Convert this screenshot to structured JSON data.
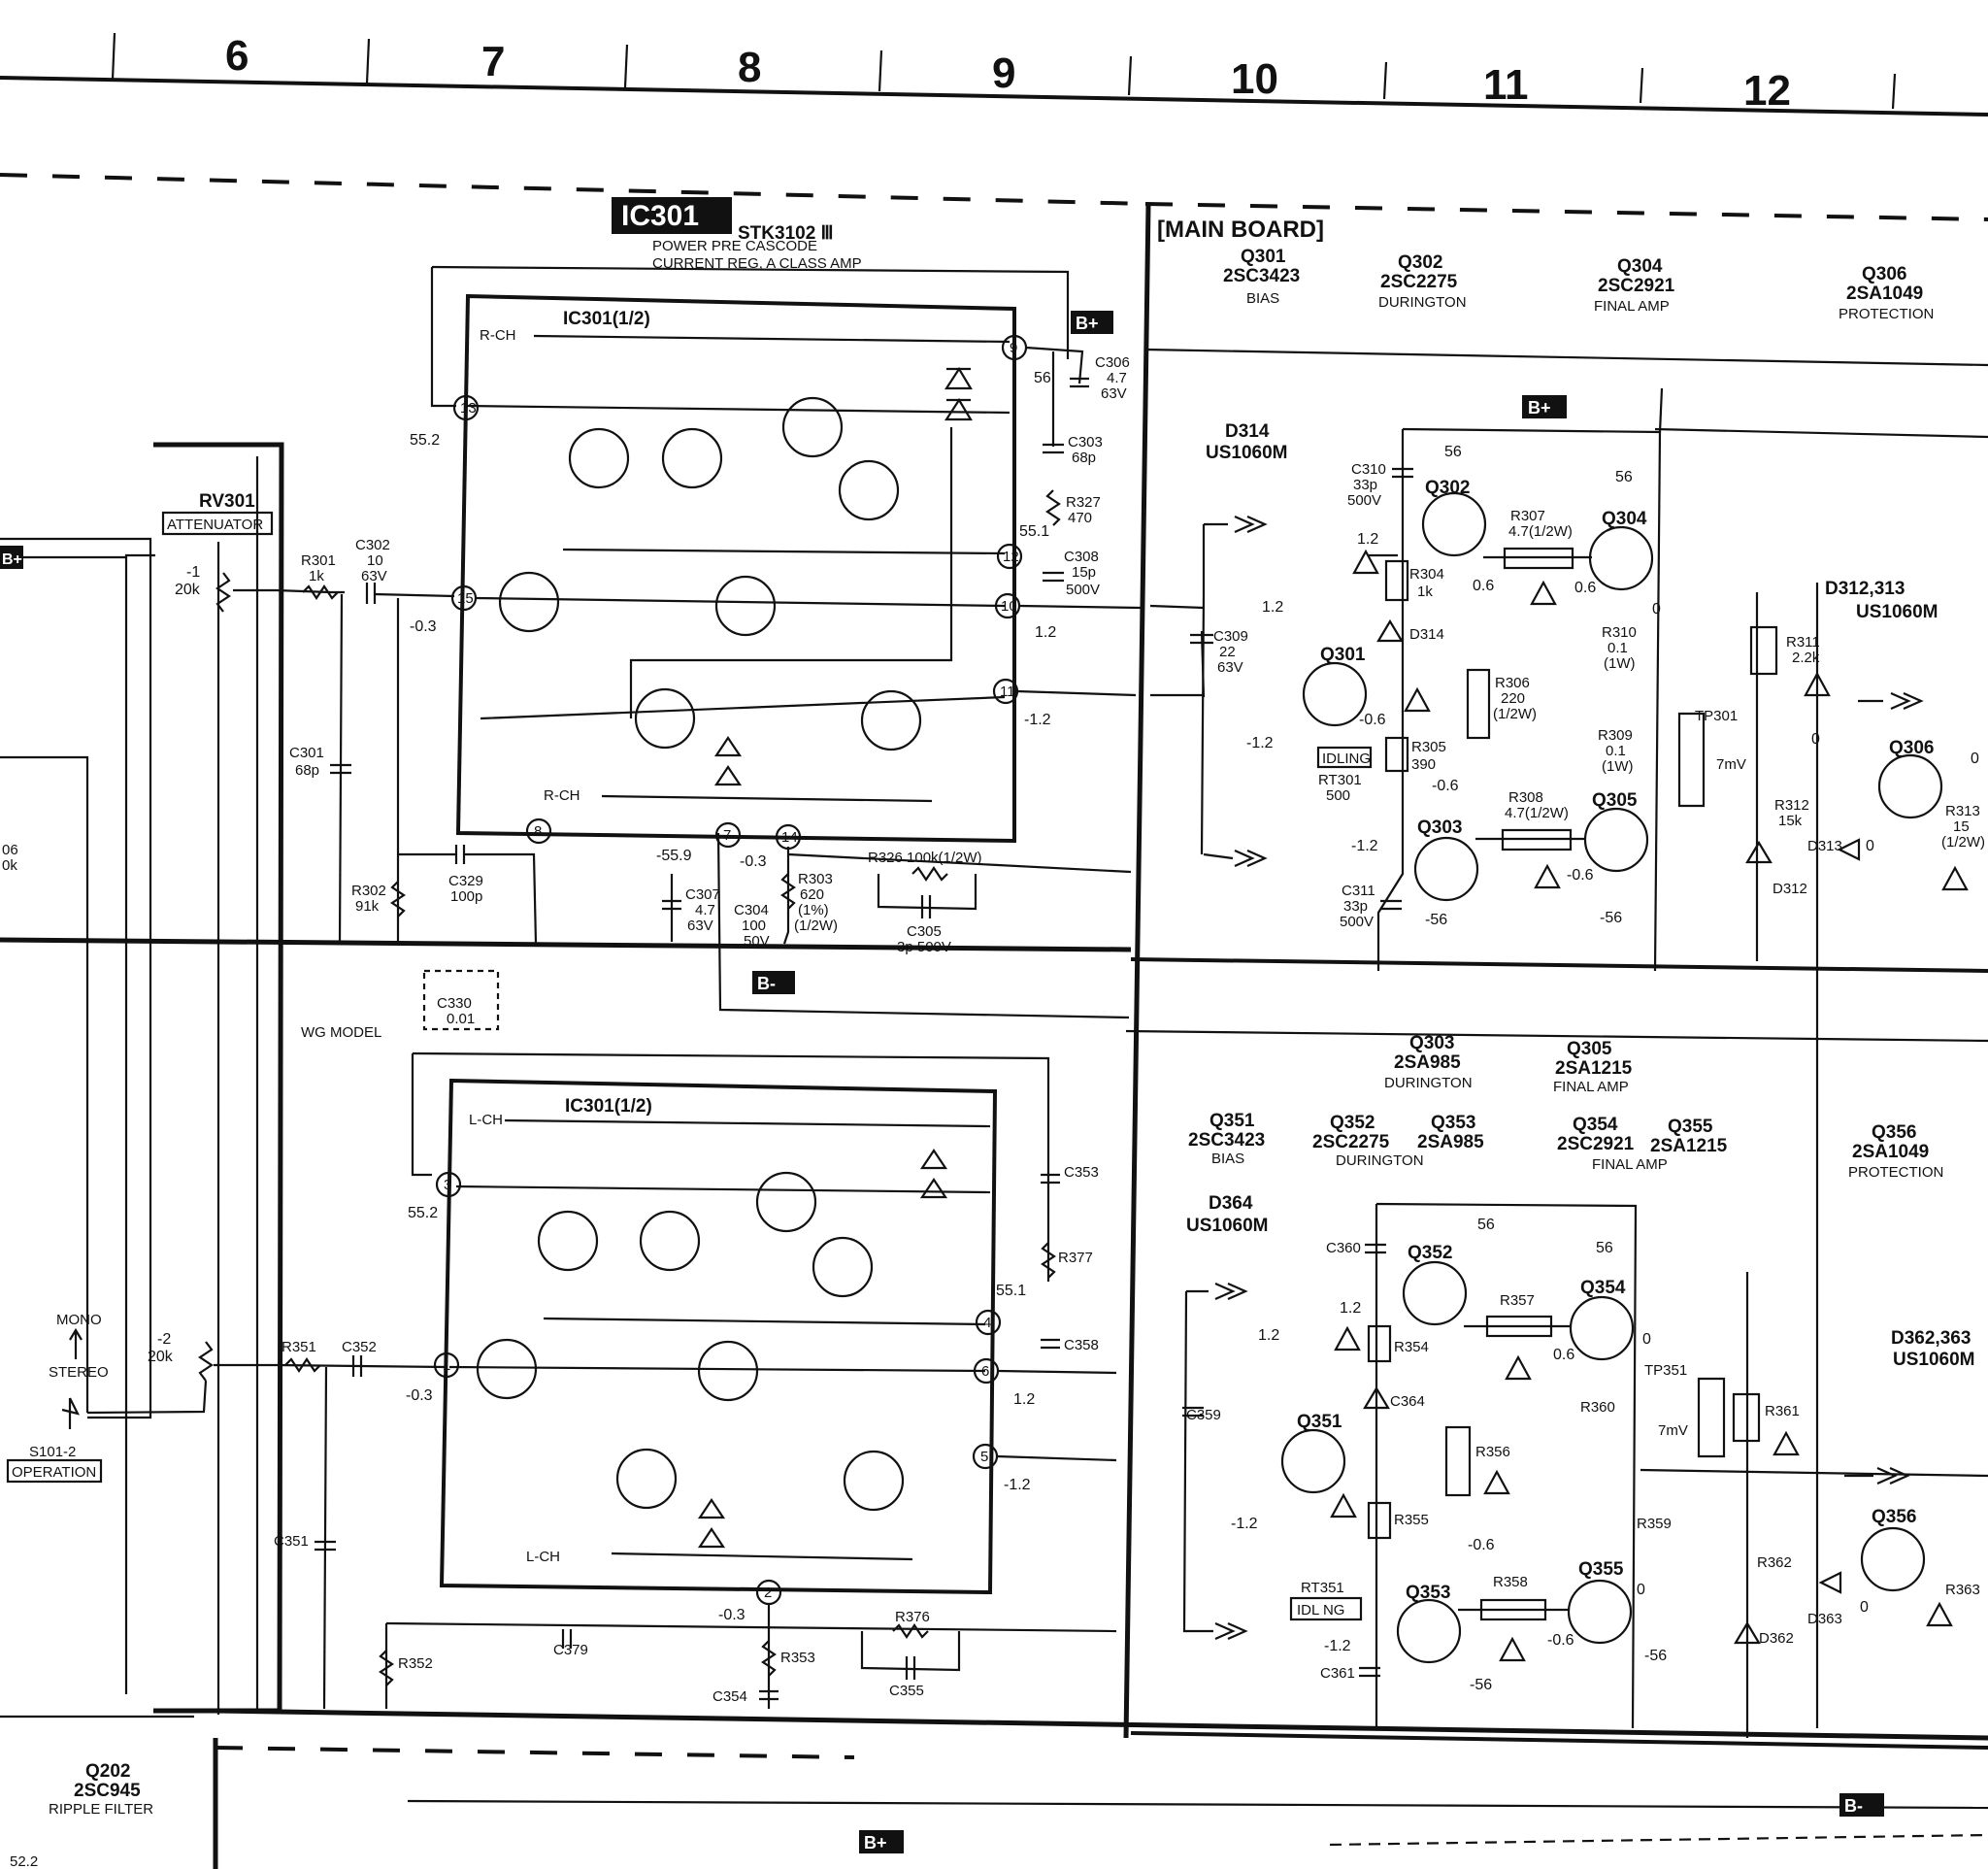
{
  "grid_columns": [
    "6",
    "7",
    "8",
    "9",
    "10",
    "11",
    "12"
  ],
  "ic": {
    "title": "IC301",
    "part": "STK3102 Ⅲ",
    "desc1": "POWER PRE CASCODE",
    "desc2": "CURRENT REG, A CLASS AMP",
    "half_upper": "IC301(1/2)",
    "half_lower": "IC301(1/2)",
    "rch_top": "R-CH",
    "rch_bottom": "R-CH",
    "lch_top": "L-CH",
    "lch_bottom": "L-CH"
  },
  "main_board": "[MAIN BOARD]",
  "power_tags": {
    "bplus": "B+",
    "bminus": "B-"
  },
  "pins": {
    "p13": "13",
    "p15": "15",
    "p9": "9",
    "p12": "12",
    "p10": "10",
    "p11": "11",
    "p8": "8",
    "p7": "7",
    "p14": "14",
    "p3": "3",
    "p1": "1",
    "p4": "4",
    "p6": "6",
    "p5": "5",
    "p2": "2"
  },
  "components_left": {
    "rv301": "RV301",
    "attenuator": "ATTENUATOR",
    "r301": "R301",
    "r301_v": "1k",
    "c302": "C302",
    "c302_v1": "10",
    "c302_v2": "63V",
    "c301": "C301",
    "c301_v": "68p",
    "r302": "R302",
    "r302_v": "91k",
    "c329": "C329",
    "c329_v": "100p",
    "c330": "C330",
    "c330_v": "0.01",
    "wg_model": "WG MODEL",
    "pot_top_v1": "-1",
    "pot_top_v2": "20k",
    "pot_bot_v1": "-2",
    "pot_bot_v2": "20k",
    "r351": "R351",
    "c352": "C352",
    "c351": "C351",
    "r352": "R352",
    "mono": "MONO",
    "stereo": "STEREO",
    "s101": "S101-2",
    "operation": "OPERATION",
    "side_06": "06",
    "side_0k": "0k",
    "q202": "Q202",
    "q202_part": "2SC945",
    "q202_desc": "RIPPLE FILTER",
    "bottom_val": "52.2"
  },
  "components_ic_area": {
    "c306": "C306",
    "c306_v1": "4.7",
    "c306_v2": "63V",
    "c303": "C303",
    "c303_v": "68p",
    "r327": "R327",
    "r327_v": "470",
    "c308": "C308",
    "c308_v1": "15p",
    "c308_v2": "500V",
    "c307": "C307",
    "c307_v1": "4.7",
    "c307_v2": "63V",
    "c304": "C304",
    "c304_v1": "100",
    "c304_v2": "50V",
    "r303": "R303",
    "r303_v1": "620",
    "r303_v2": "(1%)",
    "r303_v3": "(1/2W)",
    "r326": "R326 100k(1/2W)",
    "c305": "C305",
    "c305_v": "3p 500V",
    "c353": "C353",
    "r377": "R377",
    "c358": "C358",
    "c379": "C379",
    "r353": "R353",
    "c354": "C354",
    "r376": "R376",
    "c355": "C355"
  },
  "voltages": {
    "v552": "55.2",
    "v56": "56",
    "v551": "55.1",
    "vm03a": "-0.3",
    "v12a": "1.2",
    "vm12a": "-1.2",
    "vm559": "-55.9",
    "vm03b": "-0.3",
    "v552b": "55.2",
    "v551b": "55.1",
    "vm03c": "-0.3",
    "v12b": "1.2",
    "vm12b": "-1.2",
    "vm03d": "-0.3"
  },
  "transistors_header_r": [
    {
      "ref": "Q301",
      "part": "2SC3423",
      "desc": "BIAS"
    },
    {
      "ref": "Q302",
      "part": "2SC2275",
      "desc": "DURINGTON"
    },
    {
      "ref": "Q304",
      "part": "2SC2921",
      "desc": "FINAL AMP"
    },
    {
      "ref": "Q306",
      "part": "2SA1049",
      "desc": "PROTECTION"
    }
  ],
  "transistors_header_l": [
    {
      "ref": "Q303",
      "part": "2SA985",
      "desc": "DURINGTON"
    },
    {
      "ref": "Q305",
      "part": "2SA1215",
      "desc": "FINAL AMP"
    },
    {
      "ref": "Q351",
      "part": "2SC3423",
      "desc": "BIAS"
    },
    {
      "ref": "Q352",
      "part": "2SC2275",
      "desc": ""
    },
    {
      "ref": "Q353",
      "part": "2SA985",
      "desc": "DURINGTON"
    },
    {
      "ref": "Q354",
      "part": "2SC2921",
      "desc": ""
    },
    {
      "ref": "Q355",
      "part": "2SA1215",
      "desc": "FINAL AMP"
    },
    {
      "ref": "Q356",
      "part": "2SA1049",
      "desc": "PROTECTION"
    }
  ],
  "main_r": {
    "d314": "D314",
    "d314_p": "US1060M",
    "c310": "C310",
    "c310_v1": "33p",
    "c310_v2": "500V",
    "q302": "Q302",
    "q304": "Q304",
    "q301": "Q301",
    "q303": "Q303",
    "q305": "Q305",
    "q306": "Q306",
    "r307": "R307",
    "r307_v": "4.7(1/2W)",
    "r304": "R304",
    "r304_v": "1k",
    "d314b": "D314",
    "c309": "C309",
    "c309_v1": "22",
    "c309_v2": "63V",
    "r306": "R306",
    "r306_v1": "220",
    "r306_v2": "(1/2W)",
    "idling": "IDLING",
    "r305": "R305",
    "r305_v": "390",
    "rt301": "RT301",
    "rt301_v": "500",
    "r308": "R308",
    "r308_v": "4.7(1/2W)",
    "c311": "C311",
    "c311_v1": "33p",
    "c311_v2": "500V",
    "r310": "R310",
    "r310_v1": "0.1",
    "r310_v2": "(1W)",
    "r309": "R309",
    "r309_v1": "0.1",
    "r309_v2": "(1W)",
    "r311": "R311",
    "r311_v": "2.2k",
    "tp301": "TP301",
    "tp_mv": "7mV",
    "r312": "R312",
    "r312_v": "15k",
    "r313": "R313",
    "r313_v1": "15",
    "r313_v2": "(1/2W)",
    "d312": "D312",
    "d313": "D313",
    "d312_313": "D312,313",
    "d312_313_p": "US1060M",
    "v56a": "56",
    "v56b": "56",
    "v12": "1.2",
    "v06a": "0.6",
    "v06b": "0.6",
    "v12c": "1.2",
    "v0": "0",
    "vm06": "-0.6",
    "vm12": "-1.2",
    "vm06b": "-0.6",
    "vm12b": "-1.2",
    "vm56": "-56",
    "vm06c": "-0.6",
    "vm56b": "-56",
    "v0b": "0",
    "v0c": "0",
    "v0d": "0"
  },
  "main_l": {
    "d364": "D364",
    "d364_p": "US1060M",
    "c360": "C360",
    "q352": "Q352",
    "q354": "Q354",
    "q351": "Q351",
    "q353": "Q353",
    "q355": "Q355",
    "q356": "Q356",
    "r357": "R357",
    "r354": "R354",
    "c364": "C364",
    "c359": "C359",
    "r356": "R356",
    "r355": "R355",
    "rt351": "RT351",
    "idlng": "IDL NG",
    "r358": "R358",
    "c361": "C361",
    "r360": "R360",
    "r359": "R359",
    "r361": "R361",
    "r362": "R362",
    "r363": "R363",
    "tp351": "TP351",
    "tp_mv": "7mV",
    "d362_363": "D362,363",
    "d362_363_p": "US1060M",
    "d362": "D362",
    "d363": "D363",
    "v56a": "56",
    "v56b": "56",
    "v12": "1.2",
    "v12b": "1.2",
    "v06": "0.6",
    "v0": "0",
    "vm12": "-1.2",
    "vm06": "-0.6",
    "vm12b": "-1.2",
    "vm06b": "-0.6",
    "vm56": "-56",
    "vm56b": "-56",
    "v0b": "0",
    "v0c": "0"
  }
}
